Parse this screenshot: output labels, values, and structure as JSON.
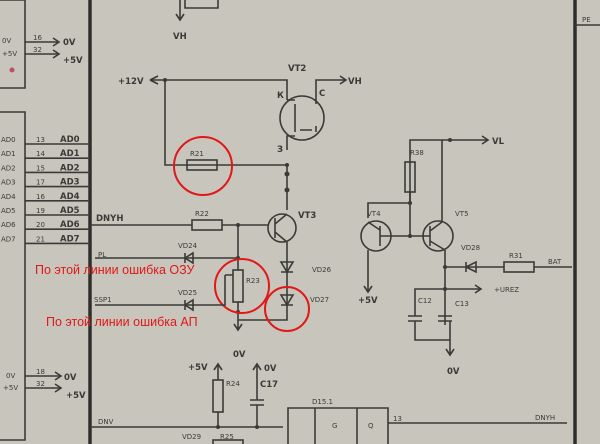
{
  "labels": {
    "vh_top": "VH",
    "vh_right": "VH",
    "plus12v": "+12V",
    "vt2": "VT2",
    "k": "К",
    "c": "C",
    "z": "З",
    "r21": "R21",
    "r22": "R22",
    "r23": "R23",
    "r24": "R24",
    "r25": "R25",
    "r31": "R31",
    "r38": "R38",
    "vt3": "VT3",
    "vt4": "VT4",
    "vt5": "VT5",
    "vd24": "VD24",
    "vd25": "VD25",
    "vd26": "VD26",
    "vd27": "VD27",
    "vd28": "VD28",
    "vd29": "VD29",
    "dnyh_left": "DNYH",
    "dnyh_right": "DNYH",
    "dnv": "DNV",
    "pl": "PL",
    "ssp1": "SSP1",
    "zero_v_a": "0V",
    "zero_v_b": "0V",
    "zero_v_c": "0V",
    "plus5v_a": "+5V",
    "plus5v_b": "+5V",
    "c12": "C12",
    "c13": "C13",
    "c17": "C17",
    "vl": "VL",
    "urez": "+UREZ",
    "bat": "BAT",
    "d15": "D15.1",
    "g": "G",
    "q": "Q",
    "pin13": "13",
    "pe": "PE"
  },
  "power_top": [
    {
      "pin": "16",
      "label": "0V",
      "box": "0V"
    },
    {
      "pin": "32",
      "label": "+5V",
      "box": "+5V"
    }
  ],
  "power_bottom": [
    {
      "pin": "18",
      "label": "0V",
      "box": "0V"
    },
    {
      "pin": "32",
      "label": "+5V",
      "box": "+5V"
    }
  ],
  "bus": [
    {
      "box": "AD0",
      "pin": "13",
      "label": "AD0"
    },
    {
      "box": "AD1",
      "pin": "14",
      "label": "AD1"
    },
    {
      "box": "AD2",
      "pin": "15",
      "label": "AD2"
    },
    {
      "box": "AD3",
      "pin": "17",
      "label": "AD3"
    },
    {
      "box": "AD4",
      "pin": "16",
      "label": "AD4"
    },
    {
      "box": "AD5",
      "pin": "19",
      "label": "AD5"
    },
    {
      "box": "AD6",
      "pin": "20",
      "label": "AD6"
    },
    {
      "box": "AD7",
      "pin": "21",
      "label": "AD7"
    }
  ],
  "annotations": {
    "ram_error": "По этой линии ошибка ОЗУ",
    "ap_error": "По этой линии ошибка АП"
  },
  "colors": {
    "annotation": "#e01818",
    "paper": "#c8c5bc",
    "ink": "#3a3a38"
  }
}
